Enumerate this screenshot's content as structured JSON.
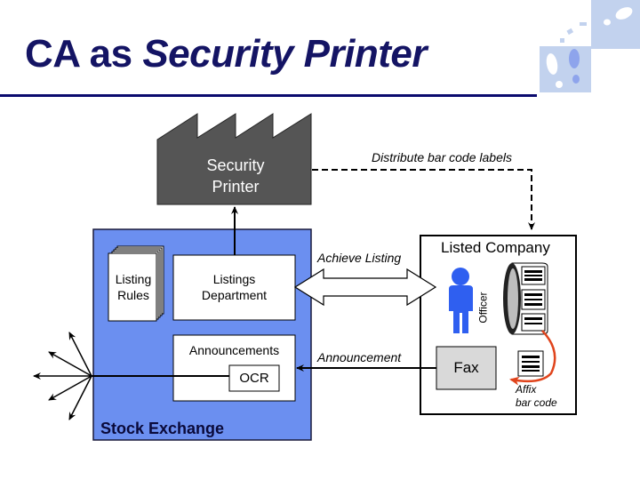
{
  "title": {
    "prefix": "CA as ",
    "emphasis": "Security Printer"
  },
  "decoration": {
    "icon": "footprints-icon",
    "colors": {
      "tile": "#c2d2ee",
      "foot_white": "#ffffff",
      "foot_blue": "#8ea4ec"
    }
  },
  "colors": {
    "title": "#141464",
    "rule": "#0a0a6e",
    "factory": "#555555",
    "stock_exchange": "#6b8ff0",
    "officer": "#2f5ff0",
    "fax": "#d9d9d9",
    "affix_arrow": "#e0441c"
  },
  "security_printer": {
    "line1": "Security",
    "line2": "Printer"
  },
  "distribute_label": "Distribute bar code labels",
  "stock_exchange": {
    "label": "Stock Exchange",
    "listing_rules": {
      "line1": "Listing",
      "line2": "Rules"
    },
    "listings_department": {
      "line1": "Listings",
      "line2": "Department"
    },
    "announcements": "Announcements",
    "ocr": "OCR"
  },
  "achieve_listing_label": "Achieve Listing",
  "announcement_label": "Announcement",
  "listed_company": {
    "label": "Listed Company",
    "officer": "Officer",
    "fax": "Fax",
    "affix": {
      "line1": "Affix",
      "line2": "bar code"
    }
  }
}
